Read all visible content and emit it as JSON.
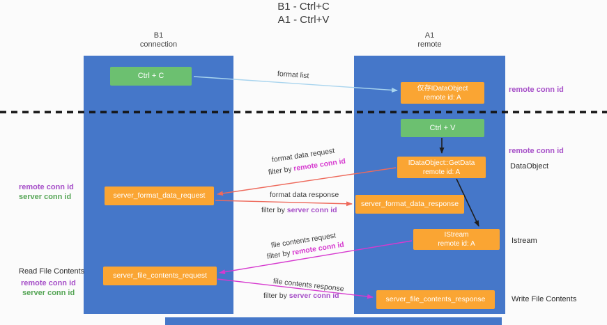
{
  "title": {
    "line1": "B1 - Ctrl+C",
    "line2": "A1 - Ctrl+V"
  },
  "lanes": {
    "b1": {
      "name": "B1",
      "role": "connection"
    },
    "a1": {
      "name": "A1",
      "role": "remote"
    }
  },
  "nodes": {
    "ctrl_c": {
      "label": "Ctrl + C"
    },
    "ctrl_v": {
      "label": "Ctrl + V"
    },
    "idataobject": {
      "line1": "仅存IDataObject",
      "line2": "remote id: A"
    },
    "getdata": {
      "line1": "IDataObject::GetData",
      "line2": "remote id: A"
    },
    "istream": {
      "line1": "IStream",
      "line2": "remote id: A"
    },
    "server_format_data_request": {
      "label": "server_format_data_request"
    },
    "server_format_data_response": {
      "label": "server_format_data_response"
    },
    "server_file_contents_request": {
      "label": "server_file_contents_request"
    },
    "server_file_contents_response": {
      "label": "server_file_contents_response"
    }
  },
  "flows": {
    "format_list": {
      "label": "format list"
    },
    "format_data_request": {
      "label": "format data request",
      "filter_prefix": "filter by",
      "filter_key": "remote conn id"
    },
    "format_data_response": {
      "label": "format data response",
      "filter_prefix": "filter by",
      "filter_key": "server conn id"
    },
    "file_contents_request": {
      "label": "file contents request",
      "filter_prefix": "filter by",
      "filter_key": "remote conn id"
    },
    "file_contents_response": {
      "label": "file contents response",
      "filter_prefix": "filter by",
      "filter_key": "server conn id"
    }
  },
  "annotations": {
    "right_remote_conn_id_1": "remote conn id",
    "right_remote_conn_id_2": "remote conn id",
    "right_dataobject": "DataObject",
    "right_istream": "Istream",
    "right_write_file_contents": "Write File Contents",
    "left_remote_conn_id_1": "remote conn id",
    "left_server_conn_id_1": "server conn id",
    "left_read_file_contents": "Read File Contents",
    "left_remote_conn_id_2": "remote conn id",
    "left_server_conn_id_2": "server conn id"
  },
  "colors": {
    "lane_blue": "#4577C9",
    "node_green": "#6CC070",
    "node_orange": "#FAA533",
    "purple": "#A64FC8",
    "green_text": "#55A555",
    "magenta": "#D63ACF",
    "arrow_blue": "#A8D4EE",
    "arrow_red": "#EE6A5C",
    "arrow_black": "#1F1F1F"
  }
}
